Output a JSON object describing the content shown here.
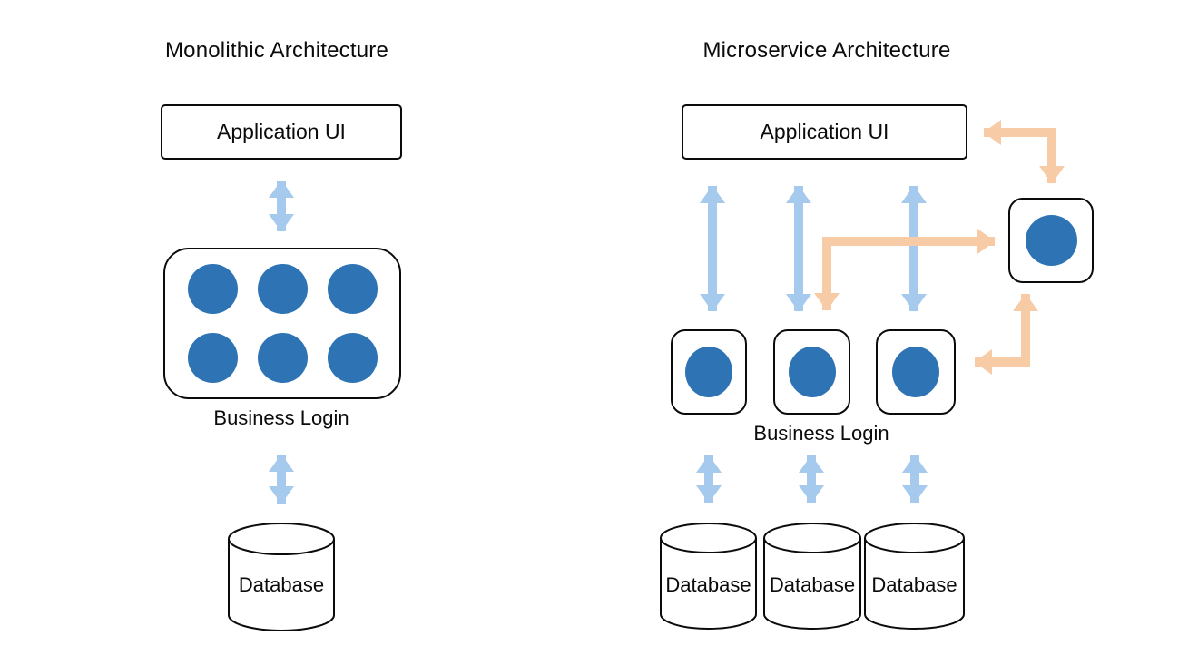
{
  "monolithic": {
    "title": "Monolithic Architecture",
    "app_ui_label": "Application UI",
    "business_label": "Business Login",
    "database_label": "Database"
  },
  "microservice": {
    "title": "Microservice Architecture",
    "app_ui_label": "Application UI",
    "business_label": "Business Login",
    "database_labels": [
      "Database",
      "Database",
      "Database"
    ]
  },
  "colors": {
    "module_circle_blue": "#2E74B5",
    "arrow_blue": "#A6CAEE",
    "arrow_orange": "#F7CBA5",
    "outline_black": "#0B0B0B",
    "background": "#FFFFFF"
  }
}
